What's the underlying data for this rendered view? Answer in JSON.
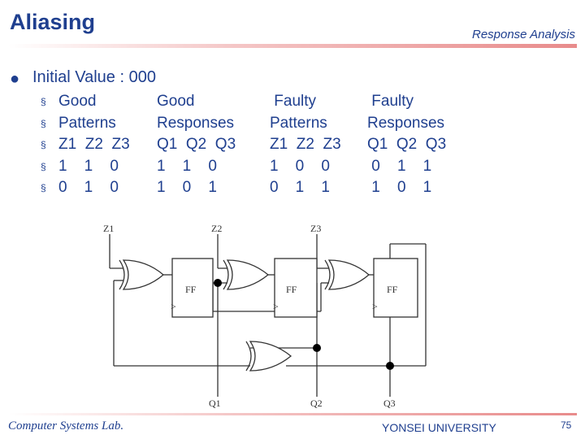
{
  "header": {
    "title": "Aliasing",
    "subtitle": "Response Analysis"
  },
  "main_bullet": "Initial Value : 000",
  "bullet_char": "●",
  "sub_bullet_char": "§",
  "columns": [
    {
      "rows": [
        "Good",
        "Patterns",
        "Z1  Z2  Z3",
        "1    1    0",
        "0    1    0"
      ]
    },
    {
      "rows": [
        "Good",
        "Responses",
        "Q1  Q2  Q3",
        "1    1    0",
        "1    0    1"
      ]
    },
    {
      "rows": [
        " Faulty",
        "Patterns",
        "Z1  Z2  Z3",
        "1    0    0",
        "0    1    1"
      ]
    },
    {
      "rows": [
        " Faulty",
        "Responses",
        "Q1  Q2  Q3",
        " 0    1    1",
        " 1    0    1"
      ]
    }
  ],
  "circuit": {
    "inputs": [
      "Z1",
      "Z2",
      "Z3"
    ],
    "outputs": [
      "Q1",
      "Q2",
      "Q3"
    ],
    "flipflop_label": "FF",
    "clock_mark": ">"
  },
  "footer": {
    "left": "Computer Systems Lab.",
    "center": "YONSEI UNIVERSITY",
    "page": "75"
  }
}
